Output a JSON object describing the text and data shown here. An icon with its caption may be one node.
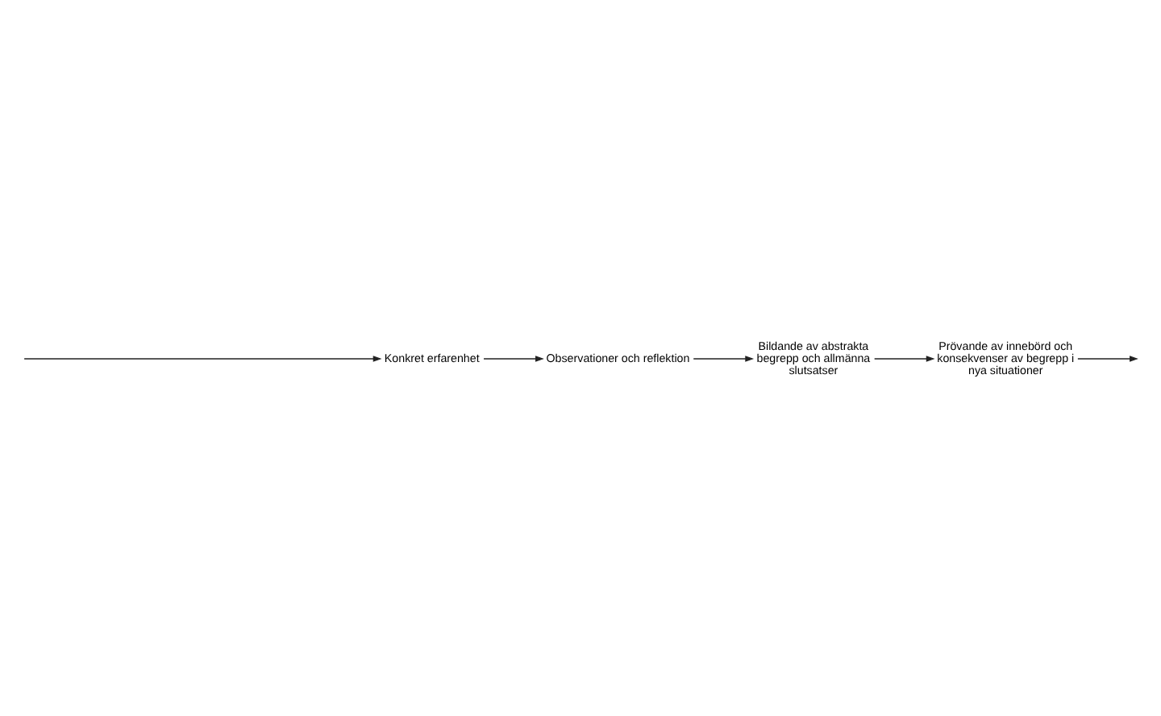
{
  "diagram": {
    "nodes": [
      {
        "text": [
          "Konkret erfarenhet"
        ]
      },
      {
        "text": [
          "Observationer och reflektion"
        ]
      },
      {
        "text": [
          "Bildande av abstrakta begrepp och allmänna slutsatser"
        ]
      },
      {
        "text": [
          "Prövande av innebörd och konsekvenser av begrepp i nya situationer"
        ]
      }
    ],
    "edges": [
      {
        "from": null,
        "to": 0,
        "arrow": "to"
      },
      {
        "from": 0,
        "to": 1,
        "arrow": "to"
      },
      {
        "from": 1,
        "to": 2,
        "arrow": "to"
      },
      {
        "from": 2,
        "to": 3,
        "arrow": "to"
      },
      {
        "from": 3,
        "to": null,
        "arrow": "to"
      }
    ]
  }
}
